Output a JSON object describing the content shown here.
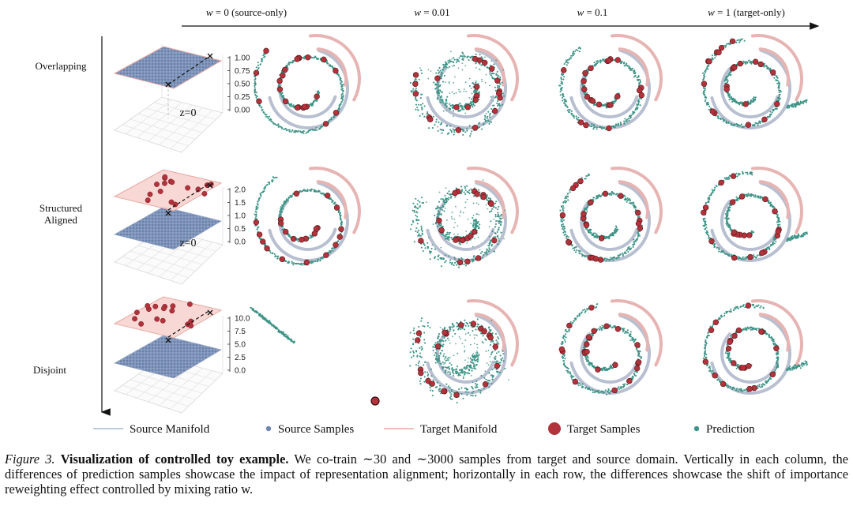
{
  "figure": {
    "columns": [
      {
        "w": "0",
        "note": "(source-only)"
      },
      {
        "w": "0.01",
        "note": ""
      },
      {
        "w": "0.1",
        "note": ""
      },
      {
        "w": "1",
        "note": "(target-only)"
      }
    ],
    "rows": [
      {
        "label": [
          "Overlapping"
        ],
        "ticks": [
          "1.00",
          "0.75",
          "0.50",
          "0.25",
          "0.00"
        ],
        "z_label": "z=0"
      },
      {
        "label": [
          "Structured",
          "Aligned"
        ],
        "ticks": [
          "2.0",
          "1.5",
          "1.0",
          "0.5",
          "0.0"
        ],
        "z_label": "z=0"
      },
      {
        "label": [
          "Disjoint"
        ],
        "ticks": [
          "10.0",
          "7.5",
          "5.0",
          "2.5",
          "0.0"
        ],
        "z_label": ""
      }
    ],
    "legend": [
      {
        "label": "Source Manifold",
        "kind": "line",
        "color": "#a9b8d6"
      },
      {
        "label": "Source Samples",
        "kind": "dot",
        "color": "#7186ad"
      },
      {
        "label": "Target Manifold",
        "kind": "line",
        "color": "#eaa9a4"
      },
      {
        "label": "Target Samples",
        "kind": "bigdot",
        "color": "#b2333c"
      },
      {
        "label": "Prediction",
        "kind": "dot",
        "color": "#3e9487"
      }
    ],
    "colors": {
      "prediction": "#3e9487",
      "target_sample": "#b2333c",
      "target_manifold": "#e6b5b3",
      "source_manifold": "#b7bfd0",
      "source_plane": "#7d93b9",
      "target_plane": "#f7d4d0"
    }
  },
  "caption": {
    "number": "Figure 3.",
    "title": "Visualization of controlled toy example.",
    "body": "We co-train ∼30 and ∼3000 samples from target and source domain. Vertically in each column, the differences of prediction samples showcase the impact of representation alignment; horizontally in each row, the differences showcase the shift of importance reweighting effect controlled by mixing ratio w."
  }
}
